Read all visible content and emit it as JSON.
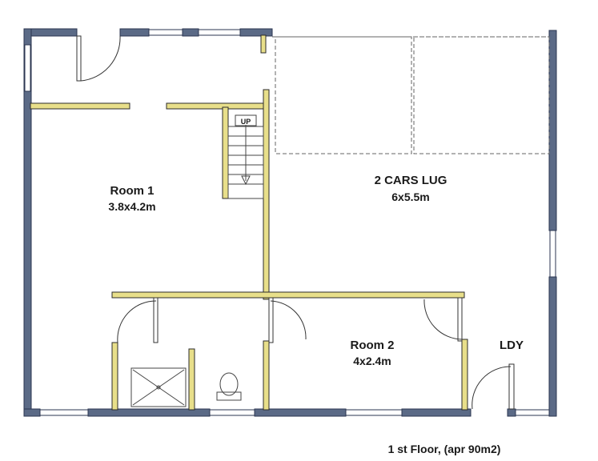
{
  "rooms": {
    "room1": {
      "name": "Room 1",
      "size": "3.8x4.2m"
    },
    "garage": {
      "name": "2 CARS LUG",
      "size": "6x5.5m"
    },
    "room2": {
      "name": "Room 2",
      "size": "4x2.4m"
    },
    "laundry": {
      "name": "LDY"
    }
  },
  "stair_label": "UP",
  "caption": "1 st Floor, (apr 90m2)",
  "colors": {
    "exterior_wall": "#5b6a86",
    "interior_wall": "#e8df8a"
  }
}
